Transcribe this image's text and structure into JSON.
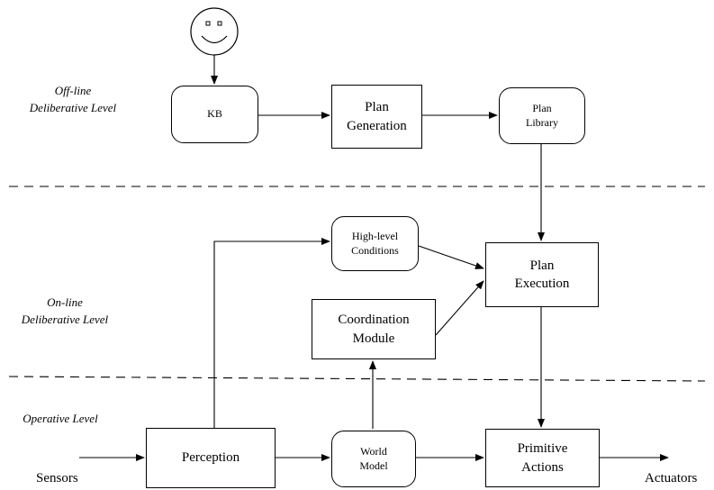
{
  "levels": {
    "offline": [
      "Off-line",
      "Deliberative Level"
    ],
    "online": [
      "On-line",
      "Deliberative Level"
    ],
    "operative": "Operative Level"
  },
  "nodes": {
    "kb": "KB",
    "plan_generation": [
      "Plan",
      "Generation"
    ],
    "plan_library": [
      "Plan",
      "Library"
    ],
    "high_level_conditions": [
      "High-level",
      "Conditions"
    ],
    "plan_execution": [
      "Plan",
      "Execution"
    ],
    "coordination_module": [
      "Coordination",
      "Module"
    ],
    "perception": "Perception",
    "world_model": [
      "World",
      "Model"
    ],
    "primitive_actions": [
      "Primitive",
      "Actions"
    ]
  },
  "io": {
    "sensors": "Sensors",
    "actuators": "Actuators"
  },
  "icons": {
    "user": "smiley-face-icon"
  }
}
